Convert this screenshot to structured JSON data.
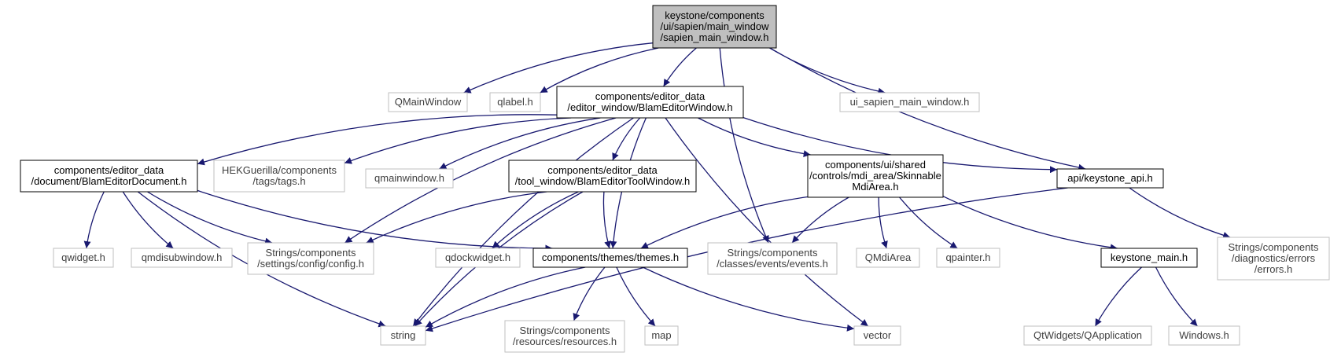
{
  "colors": {
    "edge": "#191970",
    "main_fill": "#bfbfbf",
    "main_border": "#000000",
    "internal_border": "#000000",
    "external_border": "#bfbfbf",
    "internal_text": "#000000",
    "external_text": "#3f3f3f"
  },
  "nodes": {
    "root": {
      "kind": "main",
      "lines": [
        "keystone/components",
        "/ui/sapien/main_window",
        "/sapien_main_window.h"
      ]
    },
    "qmainwindow_cls": {
      "kind": "external",
      "lines": [
        "QMainWindow"
      ]
    },
    "qlabel": {
      "kind": "external",
      "lines": [
        "qlabel.h"
      ]
    },
    "editor_window": {
      "kind": "internal",
      "lines": [
        "components/editor_data",
        "/editor_window/BlamEditorWindow.h"
      ]
    },
    "ui_sapien": {
      "kind": "external",
      "lines": [
        "ui_sapien_main_window.h"
      ]
    },
    "editor_document": {
      "kind": "internal",
      "lines": [
        "components/editor_data",
        "/document/BlamEditorDocument.h"
      ]
    },
    "hek_tags": {
      "kind": "external",
      "lines": [
        "HEKGuerilla/components",
        "/tags/tags.h"
      ]
    },
    "qmainwindow_h": {
      "kind": "external",
      "lines": [
        "qmainwindow.h"
      ]
    },
    "tool_window": {
      "kind": "internal",
      "lines": [
        "components/editor_data",
        "/tool_window/BlamEditorToolWindow.h"
      ]
    },
    "mdi_area": {
      "kind": "internal",
      "lines": [
        "components/ui/shared",
        "/controls/mdi_area/Skinnable",
        "MdiArea.h"
      ]
    },
    "keystone_api": {
      "kind": "internal",
      "lines": [
        "api/keystone_api.h"
      ]
    },
    "qwidget": {
      "kind": "external",
      "lines": [
        "qwidget.h"
      ]
    },
    "qmdisubwindow": {
      "kind": "external",
      "lines": [
        "qmdisubwindow.h"
      ]
    },
    "config": {
      "kind": "external",
      "lines": [
        "Strings/components",
        "/settings/config/config.h"
      ]
    },
    "qdockwidget": {
      "kind": "external",
      "lines": [
        "qdockwidget.h"
      ]
    },
    "themes": {
      "kind": "internal",
      "lines": [
        "components/themes/themes.h"
      ]
    },
    "events": {
      "kind": "external",
      "lines": [
        "Strings/components",
        "/classes/events/events.h"
      ]
    },
    "qmdiarea": {
      "kind": "external",
      "lines": [
        "QMdiArea"
      ]
    },
    "qpainter": {
      "kind": "external",
      "lines": [
        "qpainter.h"
      ]
    },
    "keystone_main": {
      "kind": "internal",
      "lines": [
        "keystone_main.h"
      ]
    },
    "errors": {
      "kind": "external",
      "lines": [
        "Strings/components",
        "/diagnostics/errors",
        "/errors.h"
      ]
    },
    "string": {
      "kind": "external",
      "lines": [
        "string"
      ]
    },
    "resources": {
      "kind": "external",
      "lines": [
        "Strings/components",
        "/resources/resources.h"
      ]
    },
    "map": {
      "kind": "external",
      "lines": [
        "map"
      ]
    },
    "vector": {
      "kind": "external",
      "lines": [
        "vector"
      ]
    },
    "qapplication": {
      "kind": "external",
      "lines": [
        "QtWidgets/QApplication"
      ]
    },
    "windows": {
      "kind": "external",
      "lines": [
        "Windows.h"
      ]
    }
  },
  "edges": [
    [
      "root",
      "qmainwindow_cls"
    ],
    [
      "root",
      "qlabel"
    ],
    [
      "root",
      "editor_window"
    ],
    [
      "root",
      "ui_sapien"
    ],
    [
      "root",
      "events"
    ],
    [
      "root",
      "keystone_api"
    ],
    [
      "editor_window",
      "string"
    ],
    [
      "editor_window",
      "editor_document"
    ],
    [
      "editor_window",
      "hek_tags"
    ],
    [
      "editor_window",
      "qmainwindow_h"
    ],
    [
      "editor_window",
      "tool_window"
    ],
    [
      "editor_window",
      "config"
    ],
    [
      "editor_window",
      "themes"
    ],
    [
      "editor_window",
      "mdi_area"
    ],
    [
      "editor_window",
      "keystone_api"
    ],
    [
      "editor_window",
      "vector"
    ],
    [
      "editor_document",
      "qwidget"
    ],
    [
      "editor_document",
      "qmdisubwindow"
    ],
    [
      "editor_document",
      "config"
    ],
    [
      "editor_document",
      "themes"
    ],
    [
      "editor_document",
      "string"
    ],
    [
      "tool_window",
      "config"
    ],
    [
      "tool_window",
      "string"
    ],
    [
      "tool_window",
      "qdockwidget"
    ],
    [
      "tool_window",
      "themes"
    ],
    [
      "mdi_area",
      "themes"
    ],
    [
      "mdi_area",
      "events"
    ],
    [
      "mdi_area",
      "qmdiarea"
    ],
    [
      "mdi_area",
      "qpainter"
    ],
    [
      "mdi_area",
      "keystone_main"
    ],
    [
      "keystone_api",
      "string"
    ],
    [
      "keystone_api",
      "errors"
    ],
    [
      "themes",
      "string"
    ],
    [
      "themes",
      "resources"
    ],
    [
      "themes",
      "map"
    ],
    [
      "themes",
      "vector"
    ],
    [
      "keystone_main",
      "qapplication"
    ],
    [
      "keystone_main",
      "windows"
    ]
  ]
}
